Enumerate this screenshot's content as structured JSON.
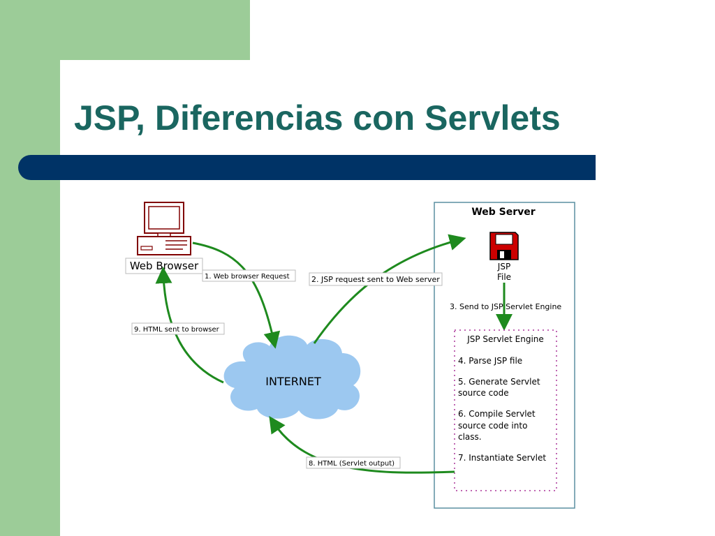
{
  "slide": {
    "title": "JSP, Diferencias con Servlets"
  },
  "diagram": {
    "client_label": "Web Browser",
    "server_title": "Web Server",
    "file_label_line1": "JSP",
    "file_label_line2": "File",
    "cloud_label": "INTERNET",
    "engine_title": "JSP Servlet Engine",
    "steps": {
      "s1": "1. Web browser Request",
      "s2": "2. JSP request sent to Web server",
      "s3": "3. Send to JSP Servlet Engine",
      "s4": "4. Parse JSP file",
      "s5_line1": "5. Generate Servlet",
      "s5_line2": "source code",
      "s6_line1": "6. Compile Servlet",
      "s6_line2": "source code into",
      "s6_line3": "class.",
      "s7": "7. Instantiate Servlet",
      "s8": "8. HTML (Servlet output)",
      "s9": "9. HTML sent to browser"
    },
    "colors": {
      "arrow": "#1e8a1e",
      "computer": "#800000",
      "floppy": "#cc0000",
      "cloud": "#9cc8f0",
      "server_border": "#5a8fa0"
    }
  }
}
